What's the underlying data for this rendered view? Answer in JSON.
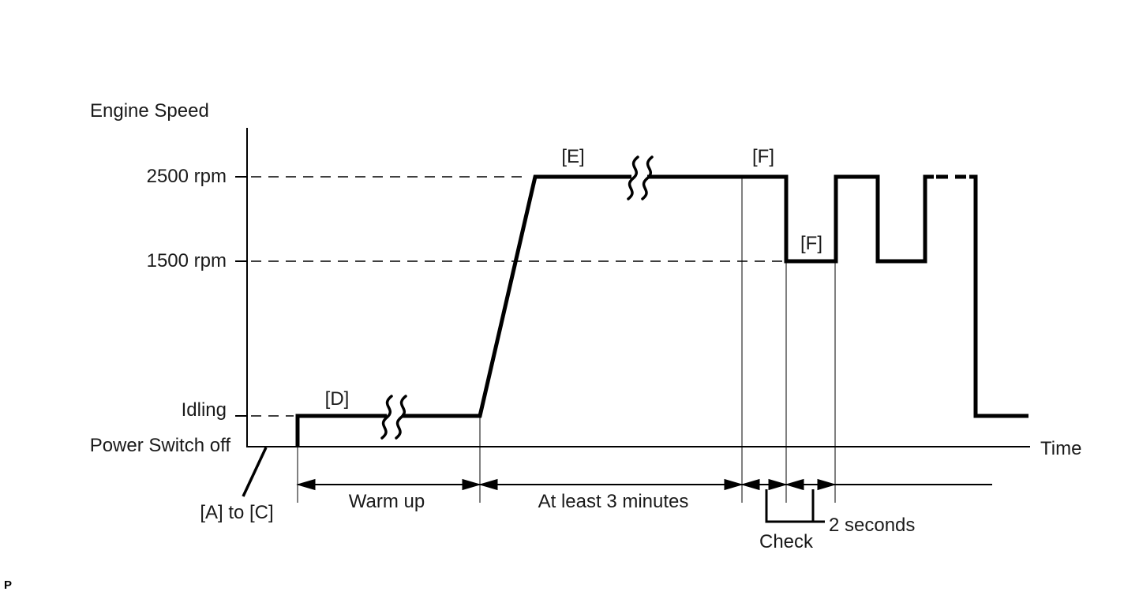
{
  "page_marker": "P",
  "labels": {
    "y_axis_title": "Engine Speed",
    "x_axis_title": "Time",
    "rpm_2500": "2500 rpm",
    "rpm_1500": "1500 rpm",
    "idling": "Idling",
    "power_switch_off": "Power Switch off"
  },
  "step_markers": {
    "a_to_c": "[A] to [C]",
    "d": "[D]",
    "e": "[E]",
    "f_high": "[F]",
    "f_low": "[F]"
  },
  "annotations": {
    "warm_up": "Warm up",
    "at_least_3_minutes": "At least 3 minutes",
    "two_seconds": "2 seconds",
    "check": "Check"
  },
  "colors": {
    "line": "#000000",
    "text": "#1a1a1a",
    "background": "#ffffff"
  },
  "chart_data": {
    "type": "line",
    "title": "Engine speed procedure timing diagram",
    "xlabel": "Time",
    "ylabel": "Engine Speed",
    "y_levels": [
      "Power Switch off",
      "Idling",
      "1500 rpm",
      "2500 rpm"
    ],
    "sequence": [
      {
        "step": "[A] to [C]",
        "engine_speed": "Power Switch off"
      },
      {
        "step": "[D]",
        "engine_speed": "Idling",
        "duration": "Warm up"
      },
      {
        "step": "[E]",
        "engine_speed": "2500 rpm",
        "duration": "At least 3 minutes"
      },
      {
        "step": "[F]",
        "engine_speed": "2500 rpm",
        "duration": "2 seconds",
        "phase": "Check"
      },
      {
        "step": "[F]",
        "engine_speed": "1500 rpm",
        "duration": "2 seconds",
        "phase": "Check"
      },
      {
        "step": "repeat",
        "engine_speed": "alternating 2500 rpm / 1500 rpm in 2 second steps"
      },
      {
        "step": "end",
        "engine_speed": "Idling"
      }
    ],
    "grid": false,
    "legend": false,
    "axis_breaks": [
      "during [D] Idling segment",
      "during [E] 2500 rpm segment"
    ]
  }
}
